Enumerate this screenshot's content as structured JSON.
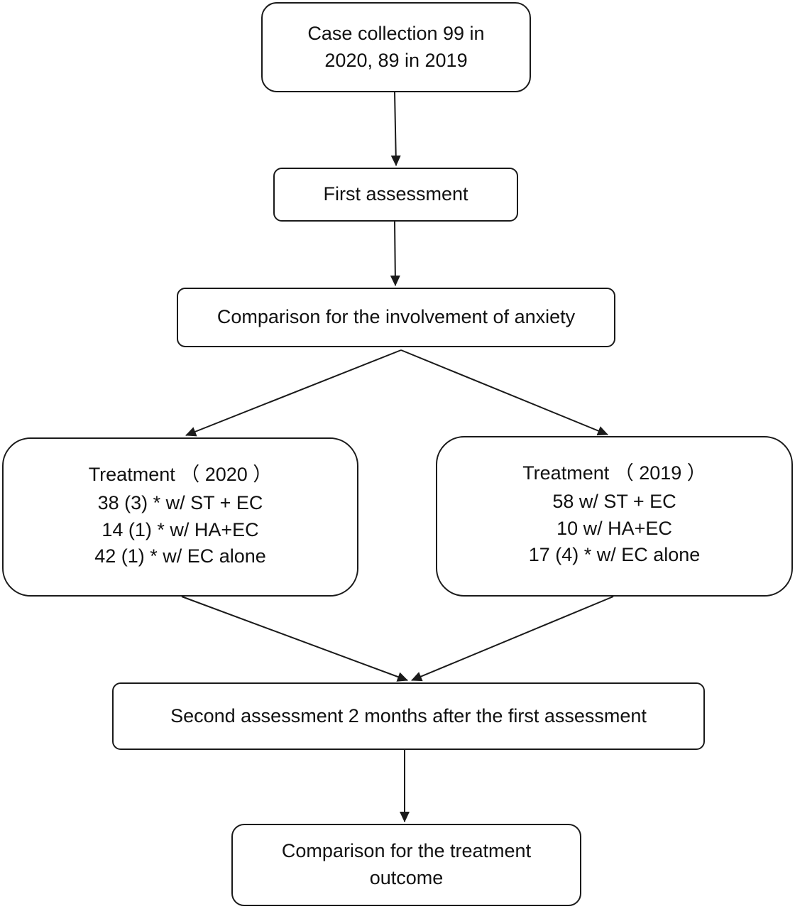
{
  "nodes": {
    "case_collection": {
      "line1": "Case collection 99 in",
      "line2": "2020, 89 in 2019"
    },
    "first_assessment": {
      "label": "First assessment"
    },
    "anxiety_comparison": {
      "label": "Comparison for the involvement of anxiety"
    },
    "treatment_2020": {
      "title": "Treatment （ 2020 ）",
      "lines": [
        "38 (3) * w/ ST + EC",
        "14 (1) * w/ HA+EC",
        "42 (1) * w/ EC alone"
      ]
    },
    "treatment_2019": {
      "title": "Treatment （ 2019 ）",
      "lines": [
        "58 w/ ST + EC",
        "10 w/ HA+EC",
        "17 (4) * w/ EC alone"
      ]
    },
    "second_assessment": {
      "label": "Second assessment 2 months after the first assessment"
    },
    "outcome_comparison": {
      "line1": "Comparison for the treatment",
      "line2": "outcome"
    }
  },
  "edges": [
    {
      "from": "case_collection",
      "to": "first_assessment"
    },
    {
      "from": "first_assessment",
      "to": "anxiety_comparison"
    },
    {
      "from": "anxiety_comparison",
      "to": "treatment_2020"
    },
    {
      "from": "anxiety_comparison",
      "to": "treatment_2019"
    },
    {
      "from": "treatment_2020",
      "to": "second_assessment"
    },
    {
      "from": "treatment_2019",
      "to": "second_assessment"
    },
    {
      "from": "second_assessment",
      "to": "outcome_comparison"
    }
  ],
  "colors": {
    "stroke": "#1a1a1a",
    "background": "#ffffff"
  }
}
